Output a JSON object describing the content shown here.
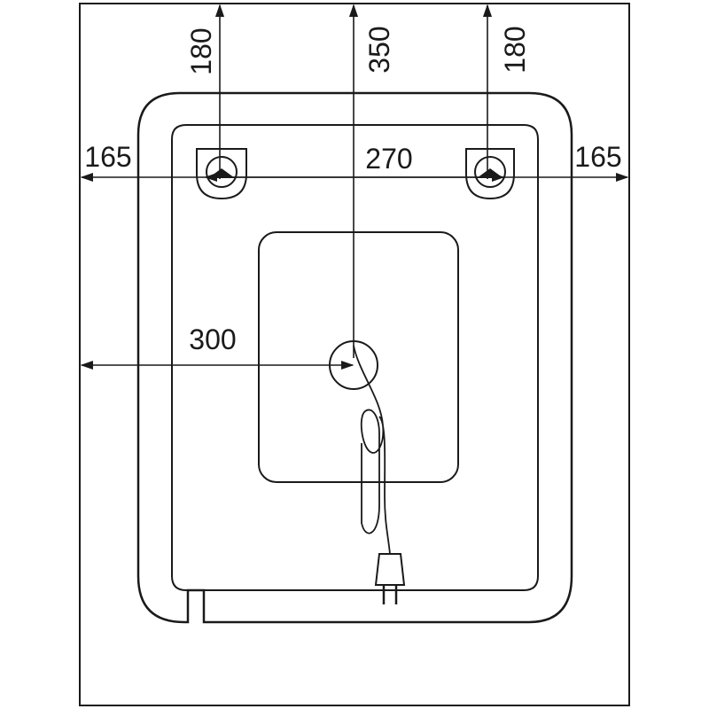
{
  "dimensions": {
    "top_left": "180",
    "top_center": "350",
    "top_right": "180",
    "side_left": "165",
    "middle": "270",
    "side_right": "165",
    "center_left": "300"
  }
}
